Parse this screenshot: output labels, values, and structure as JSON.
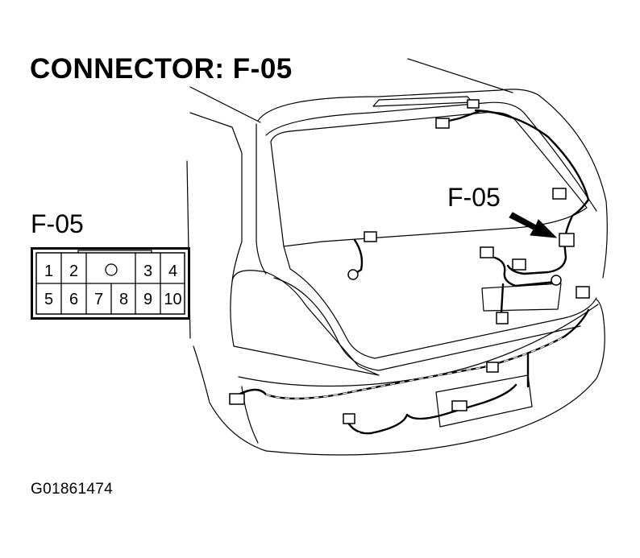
{
  "header": {
    "title": "CONNECTOR: F-05"
  },
  "connector_view": {
    "label": "F-05",
    "pins_top": [
      "1",
      "2",
      "3",
      "4"
    ],
    "pins_bottom": [
      "5",
      "6",
      "7",
      "8",
      "9",
      "10"
    ]
  },
  "vehicle_view": {
    "callout_label": "F-05"
  },
  "footer": {
    "figure_code": "G01861474"
  }
}
